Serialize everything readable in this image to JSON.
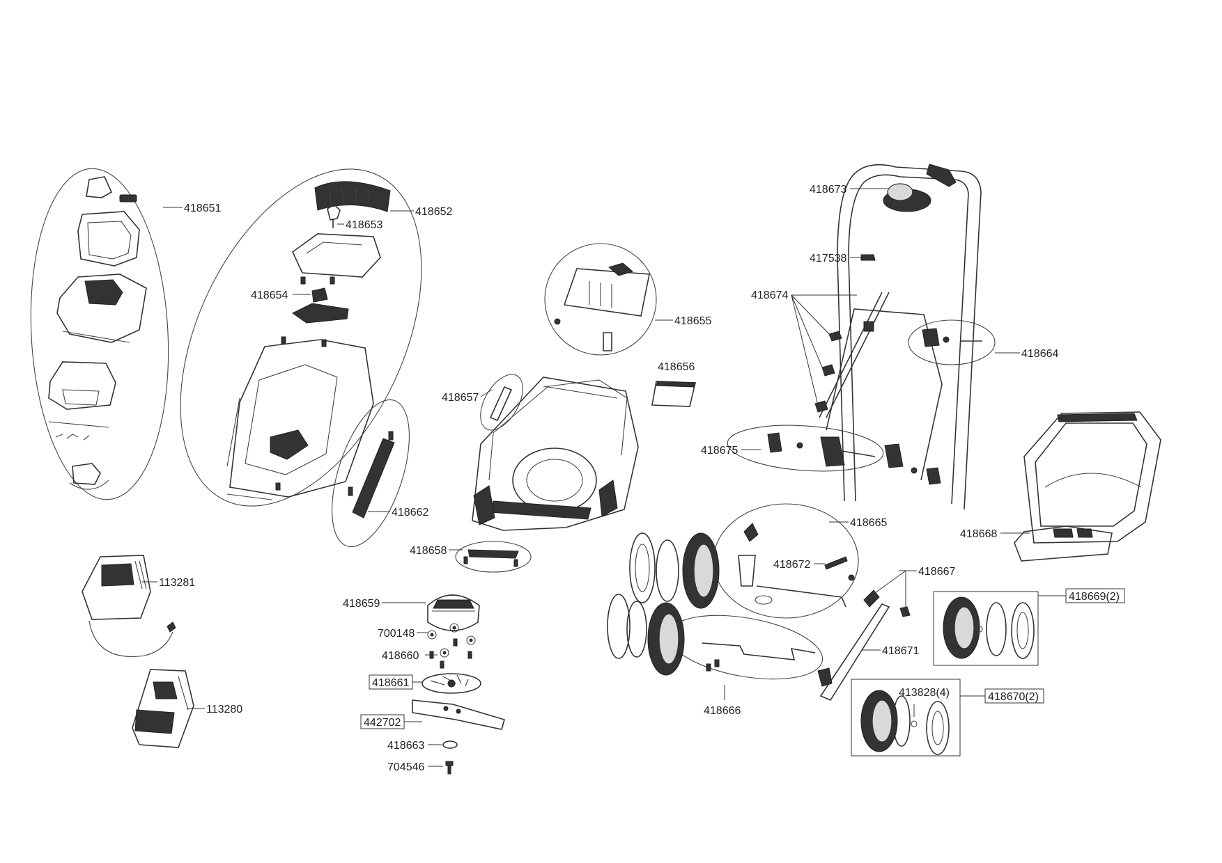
{
  "labels": {
    "p418651": "418651",
    "p418652": "418652",
    "p418653": "418653",
    "p418654": "418654",
    "p418655": "418655",
    "p418656": "418656",
    "p418657": "418657",
    "p418658": "418658",
    "p418659": "418659",
    "p418660": "418660",
    "p418661": "418661",
    "p418662": "418662",
    "p418663": "418663",
    "p418664": "418664",
    "p418665": "418665",
    "p418666": "418666",
    "p418667": "418667",
    "p418668": "418668",
    "p418669": "418669(2)",
    "p418670": "418670(2)",
    "p418671": "418671",
    "p418672": "418672",
    "p418673": "418673",
    "p418674": "418674",
    "p418675": "418675",
    "p417538": "417538",
    "p413828": "413828(4)",
    "p442702": "442702",
    "p700148": "700148",
    "p704546": "704546",
    "p113280": "113280",
    "p113281": "113281"
  }
}
